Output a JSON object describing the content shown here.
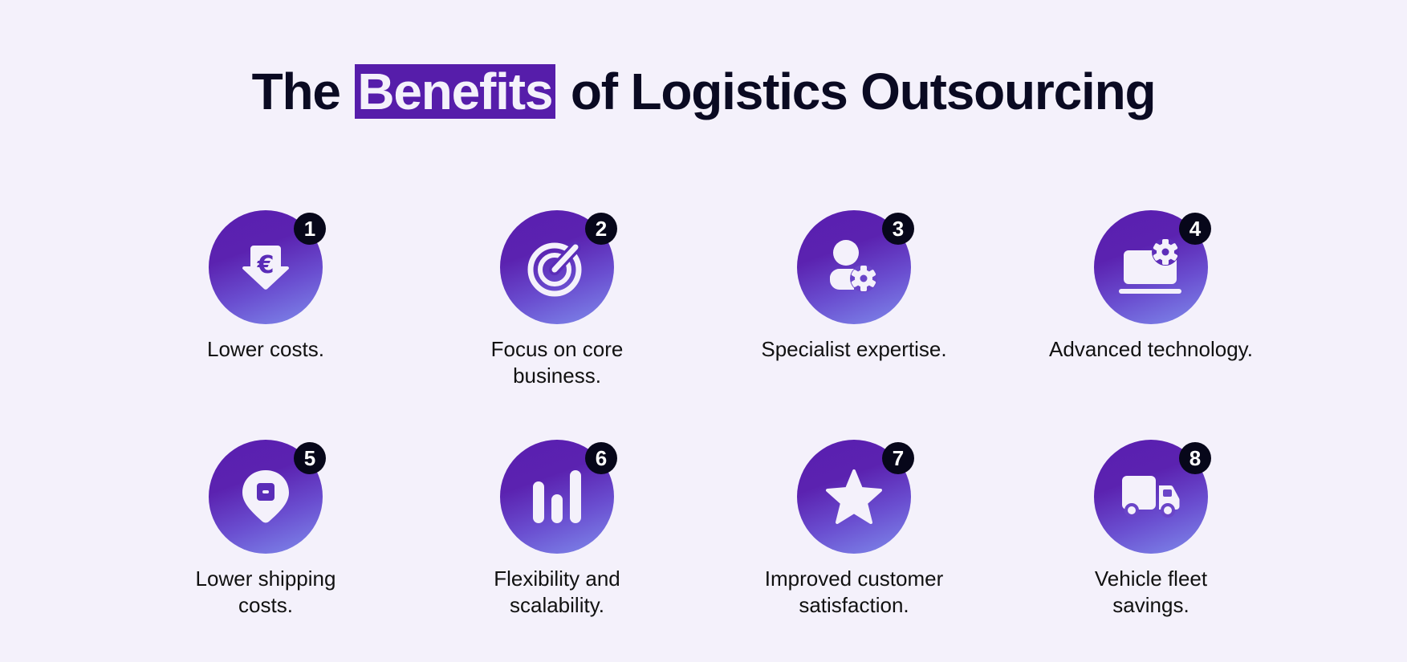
{
  "title": {
    "prefix": "The",
    "highlight": "Benefits",
    "suffix": "of Logistics Outsourcing",
    "highlight_bg": "#561DAA",
    "text_color": "#0A0A22"
  },
  "colors": {
    "background": "#F4F1FB",
    "circle_gradient_start": "#5A1FB0",
    "circle_gradient_end": "#7F8BEB",
    "badge_bg": "#07071A"
  },
  "benefits": [
    {
      "number": "1",
      "icon": "euro-down-arrow-icon",
      "label_line1": "Lower costs.",
      "label_line2": ""
    },
    {
      "number": "2",
      "icon": "target-icon",
      "label_line1": "Focus on core",
      "label_line2": "business."
    },
    {
      "number": "3",
      "icon": "user-gear-icon",
      "label_line1": "Specialist expertise.",
      "label_line2": ""
    },
    {
      "number": "4",
      "icon": "laptop-gear-icon",
      "label_line1": "Advanced technology.",
      "label_line2": ""
    },
    {
      "number": "5",
      "icon": "location-pin-box-icon",
      "label_line1": "Lower shipping",
      "label_line2": "costs."
    },
    {
      "number": "6",
      "icon": "bar-chart-icon",
      "label_line1": "Flexibility and",
      "label_line2": "scalability."
    },
    {
      "number": "7",
      "icon": "star-icon",
      "label_line1": "Improved customer",
      "label_line2": "satisfaction."
    },
    {
      "number": "8",
      "icon": "truck-icon",
      "label_line1": "Vehicle fleet",
      "label_line2": "savings."
    }
  ]
}
